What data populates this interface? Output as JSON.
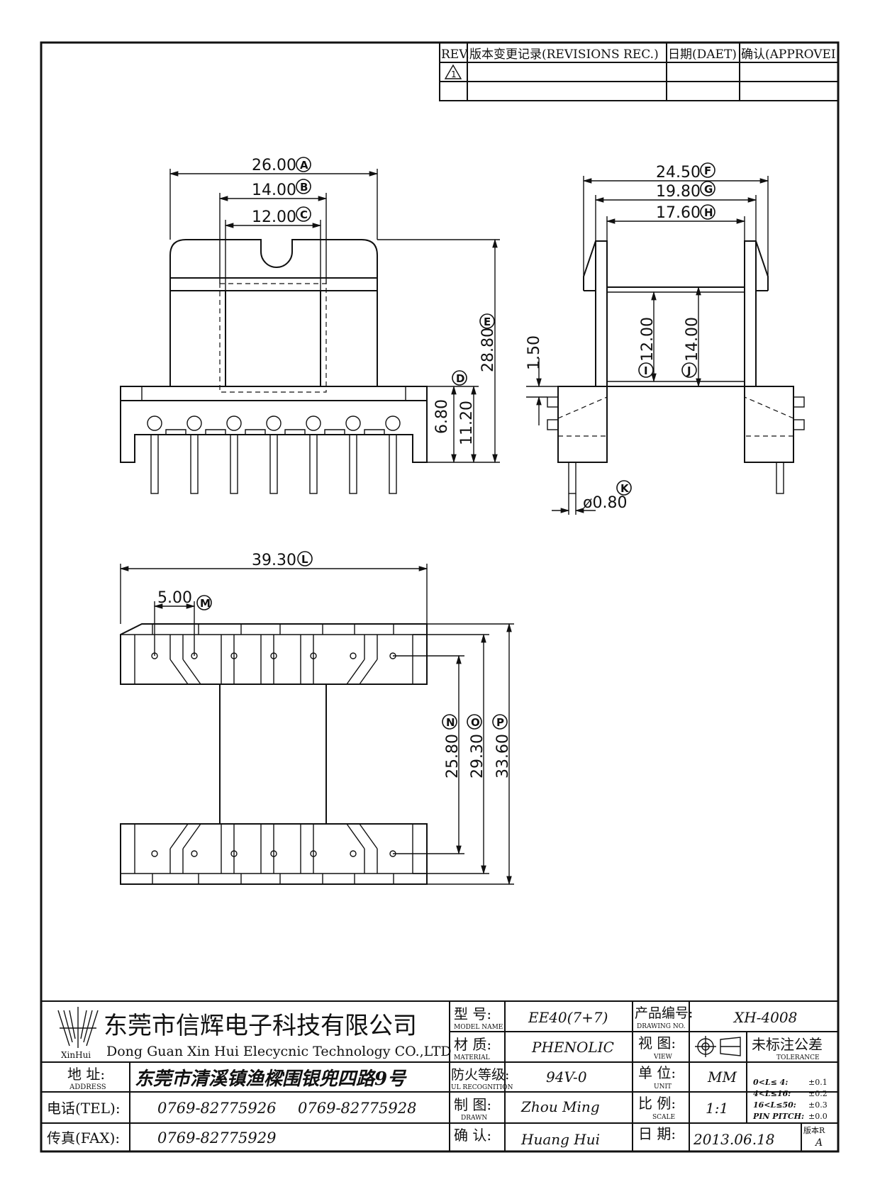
{
  "revision_table": {
    "headers": [
      "REV.",
      "版本变更记录(REVISIONS REC.)",
      "日期(DAET)",
      "确认(APPROVEI"
    ],
    "rev_mark": "1"
  },
  "front_view": {
    "dims": [
      {
        "value": "26.00",
        "tag": "A"
      },
      {
        "value": "14.00",
        "tag": "B"
      },
      {
        "value": "12.00",
        "tag": "C"
      },
      {
        "value": "6.80",
        "tag": "D"
      },
      {
        "value": "11.20",
        "tag": ""
      },
      {
        "value": "28.80",
        "tag": "E"
      }
    ]
  },
  "side_view": {
    "dims": [
      {
        "value": "24.50",
        "tag": "F"
      },
      {
        "value": "19.80",
        "tag": "G"
      },
      {
        "value": "17.60",
        "tag": "H"
      },
      {
        "value": "1.50",
        "tag": ""
      },
      {
        "value": "12.00",
        "tag": "I"
      },
      {
        "value": "14.00",
        "tag": "J"
      },
      {
        "value": "ø0.80",
        "tag": "K"
      }
    ]
  },
  "bottom_view": {
    "dims": [
      {
        "value": "39.30",
        "tag": "L"
      },
      {
        "value": "5.00",
        "tag": "M"
      },
      {
        "value": "25.80",
        "tag": "N"
      },
      {
        "value": "29.30",
        "tag": "O"
      },
      {
        "value": "33.60",
        "tag": "P"
      }
    ]
  },
  "title_block": {
    "company_cn": "东莞市信辉电子科技有限公司",
    "company_en": "Dong Guan Xin Hui Elecycnic Technology CO.,LTD",
    "logo_text": "XinHui",
    "address_label_cn": "地 址:",
    "address_label_en": "ADDRESS",
    "address": "东莞市清溪镇渔樑围银兜四路9号",
    "tel_label": "电话(TEL):",
    "tel1": "0769-82775926",
    "tel2": "0769-82775928",
    "fax_label": "传真(FAX):",
    "fax": "0769-82775929",
    "model_label_cn": "型 号:",
    "model_label_en": "MODEL NAME",
    "model": "EE40(7+7)",
    "material_label_cn": "材 质:",
    "material_label_en": "MATERIAL",
    "material": "PHENOLIC",
    "ul_label_cn": "防火等级:",
    "ul_label_en": "UL RECOGNITION",
    "ul": "94V-0",
    "drawn_label_cn": "制 图:",
    "drawn_label_en": "DRAWN",
    "drawn": "Zhou Ming",
    "confirm_label_cn": "确 认:",
    "confirm": "Huang Hui",
    "drawing_no_label_cn": "产品编号:",
    "drawing_no_label_en": "DRAWING NO.",
    "drawing_no": "XH-4008",
    "view_label_cn": "视 图:",
    "view_label_en": "VIEW",
    "unit_label_cn": "单 位:",
    "unit_label_en": "UNIT",
    "unit": "MM",
    "scale_label_cn": "比 例:",
    "scale_label_en": "SCALE",
    "scale": "1:1",
    "date_label_cn": "日 期:",
    "date": "2013.06.18",
    "version_label": "版本R",
    "version": "A",
    "tolerance_title_cn": "未标注公差",
    "tolerance_title_en": "TOLERANCE",
    "tolerances": [
      {
        "range": "0<L≤ 4:",
        "value": "±0.1"
      },
      {
        "range": "4<L≤16:",
        "value": "±0.2"
      },
      {
        "range": "16<L≤50:",
        "value": "±0.3"
      },
      {
        "range": "PIN PITCH:",
        "value": "±0.0"
      }
    ]
  }
}
